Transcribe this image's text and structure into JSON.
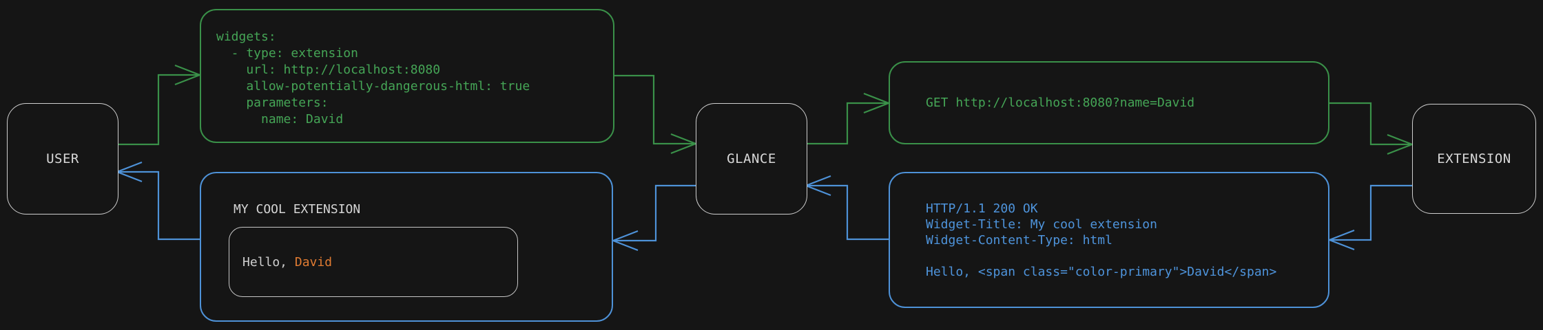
{
  "colors": {
    "background": "#151515",
    "green": "#3a9149",
    "green_text": "#45a556",
    "blue": "#4e92d8",
    "orange": "#e07b32",
    "foreground": "#d6d6d6"
  },
  "nodes": {
    "user": {
      "label": "USER"
    },
    "glance": {
      "label": "GLANCE"
    },
    "extension": {
      "label": "EXTENSION"
    }
  },
  "config_box": {
    "lines": [
      "widgets:",
      "  - type: extension",
      "    url: http://localhost:8080",
      "    allow-potentially-dangerous-html: true",
      "    parameters:",
      "      name: David"
    ]
  },
  "request_box": {
    "line": "GET http://localhost:8080?name=David"
  },
  "response_box": {
    "lines": [
      "HTTP/1.1 200 OK",
      "Widget-Title: My cool extension",
      "Widget-Content-Type: html",
      "",
      "Hello, <span class=\"color-primary\">David</span>"
    ]
  },
  "widget_box": {
    "title": "MY COOL EXTENSION",
    "greeting": {
      "prefix": "Hello, ",
      "name": "David"
    }
  }
}
